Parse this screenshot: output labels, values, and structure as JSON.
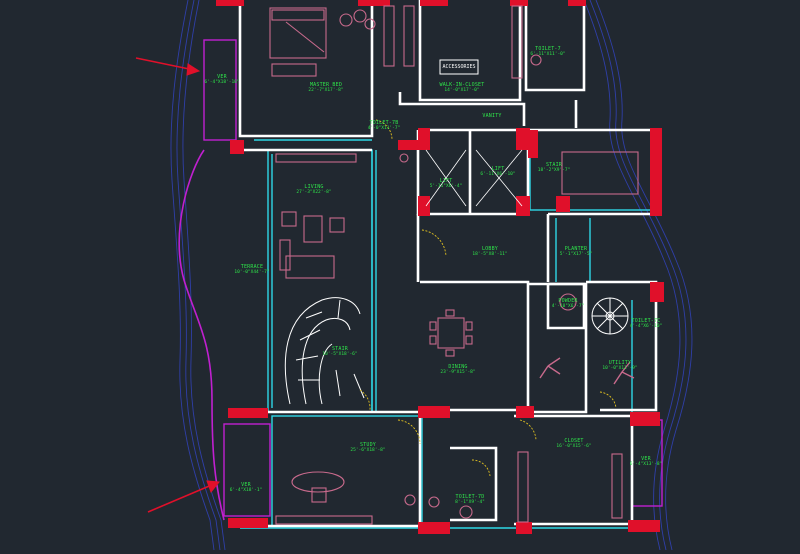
{
  "colors": {
    "background": "#212830",
    "wall": "#ffffff",
    "column": "#e0102a",
    "furniture": "#c86a8c",
    "window": "#2ed7e6",
    "label": "#2ee64a",
    "boundary": "#c020d0",
    "contour": "#2f3fa8",
    "arrow": "#e0102a",
    "door": "#e0c020"
  },
  "rooms": [
    {
      "name": "MASTER BED",
      "dims": "22'-7\"X17'-8\""
    },
    {
      "name": "WALK-IN-CLOSET",
      "dims": "14'-0\"X17'-0\""
    },
    {
      "name": "TOILET-7",
      "dims": "6'-11\"X11'-0\""
    },
    {
      "name": "VER",
      "dims": "6'-4\"X18'-10\""
    },
    {
      "name": "TOILET-7B",
      "dims": "4'-0\"X11'-7\""
    },
    {
      "name": "VANITY",
      "dims": ""
    },
    {
      "name": "LIFT",
      "dims": "5'-11\"X6'-4\""
    },
    {
      "name": "LIFT",
      "dims": "6'-11\"X6'-10\""
    },
    {
      "name": "STAIR",
      "dims": "18'-2\"X9'-7\""
    },
    {
      "name": "LIVING",
      "dims": "27'-3\"X22'-8\""
    },
    {
      "name": "TERRACE",
      "dims": "10'-0\"X44'-7\""
    },
    {
      "name": "LOBBY",
      "dims": "18'-5\"X8'-11\""
    },
    {
      "name": "PLANTER",
      "dims": "5'-1\"X17'-5\""
    },
    {
      "name": "TOILET-7C",
      "dims": "4'-4\"X6'-10\""
    },
    {
      "name": "STAIR",
      "dims": "10'-5\"X18'-6\""
    },
    {
      "name": "DINING",
      "dims": "23'-9\"X15'-8\""
    },
    {
      "name": "UTILITY",
      "dims": "10'-0\"X11'-9\""
    },
    {
      "name": "POWDER",
      "dims": "4'-10\"X6'-7\""
    },
    {
      "name": "STUDY",
      "dims": "25'-6\"X18'-8\""
    },
    {
      "name": "TOILET-7D",
      "dims": "8'-1\"X9'-4\""
    },
    {
      "name": "CLOSET",
      "dims": "16'-0\"X15'-6\""
    },
    {
      "name": "VER",
      "dims": "6'-4\"X13'-8\""
    },
    {
      "name": "VER",
      "dims": "6'-4\"X18'-1\""
    }
  ],
  "fixtures": [
    {
      "name": "ACCESSORIES"
    }
  ]
}
